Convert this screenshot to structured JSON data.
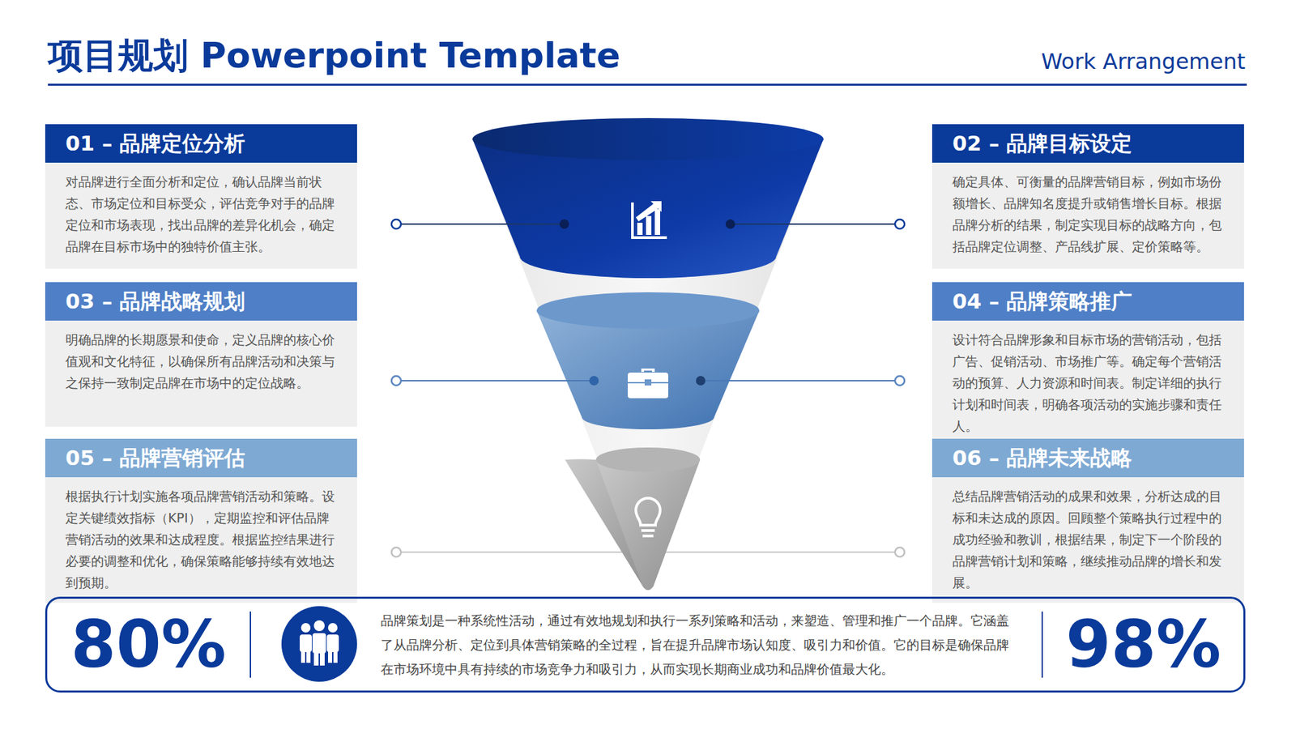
{
  "diagram": {
    "title": "项目规划 Powerpoint Template",
    "nodes": [
      {
        "text": [
          "01 – 品牌定位分析",
          "对品牌进行全面分析和定位，确认品牌当前状态、市场定位和目标受众，评估竞争对手的品牌定位和市场表现，找出品牌的差异化机会，确定品牌在目标市场中的独特价值主张。"
        ]
      },
      {
        "text": [
          "02 – 品牌目标设定",
          "确定具体、可衡量的品牌营销目标，例如市场份额增长、品牌知名度提升或销售增长目标。根据品牌分析的结果，制定实现目标的战略方向，包括品牌定位调整、产品线扩展、定价策略等。"
        ]
      },
      {
        "text": [
          "03 – 品牌战略规划",
          "明确品牌的长期愿景和使命，定义品牌的核心价值观和文化特征，以确保所有品牌活动和决策与之保持一致制定品牌在市场中的定位战略。"
        ]
      },
      {
        "text": [
          "04 – 品牌策略推广",
          "设计符合品牌形象和目标市场的营销活动，包括广告、促销活动、市场推广等。确定每个营销活动的预算、人力资源和时间表。制定详细的执行计划和时间表，明确各项活动的实施步骤和责任人。"
        ]
      },
      {
        "text": [
          "05 – 品牌营销评估",
          "根据执行计划实施各项品牌营销活动和策略。设定关键绩效指标（KPI），定期监控和评估品牌营销活动的效果和达成程度。根据监控结果进行必要的调整和优化，确保策略能够持续有效地达到预期。"
        ]
      },
      {
        "text": [
          "06 – 品牌未来战略",
          "总结品牌营销活动的成果和效果，分析达成的目标和未达成的原因。回顾整个策略执行过程中的成功经验和教训，根据结果，制定下一个阶段的品牌营销计划和策略，继续推动品牌的增长和发展。"
        ]
      },
      {
        "text": [
          "80%",
          "品牌策划是一种系统性活动，通过有效地规划和执行一系列策略和活动，来塑造、管理和推广一个品牌。它涵盖了从品牌分析、定位到具体营销策略的全过程，旨在提升品牌市场认知度、吸引力和价值。它的目标是确保品牌在市场环境中具有持续的市场竞争力和吸引力，从而实现长期商业成功和品牌价值最大化。",
          "98%"
        ]
      }
    ],
    "labels": [
      "Work Arrangement"
    ]
  }
}
